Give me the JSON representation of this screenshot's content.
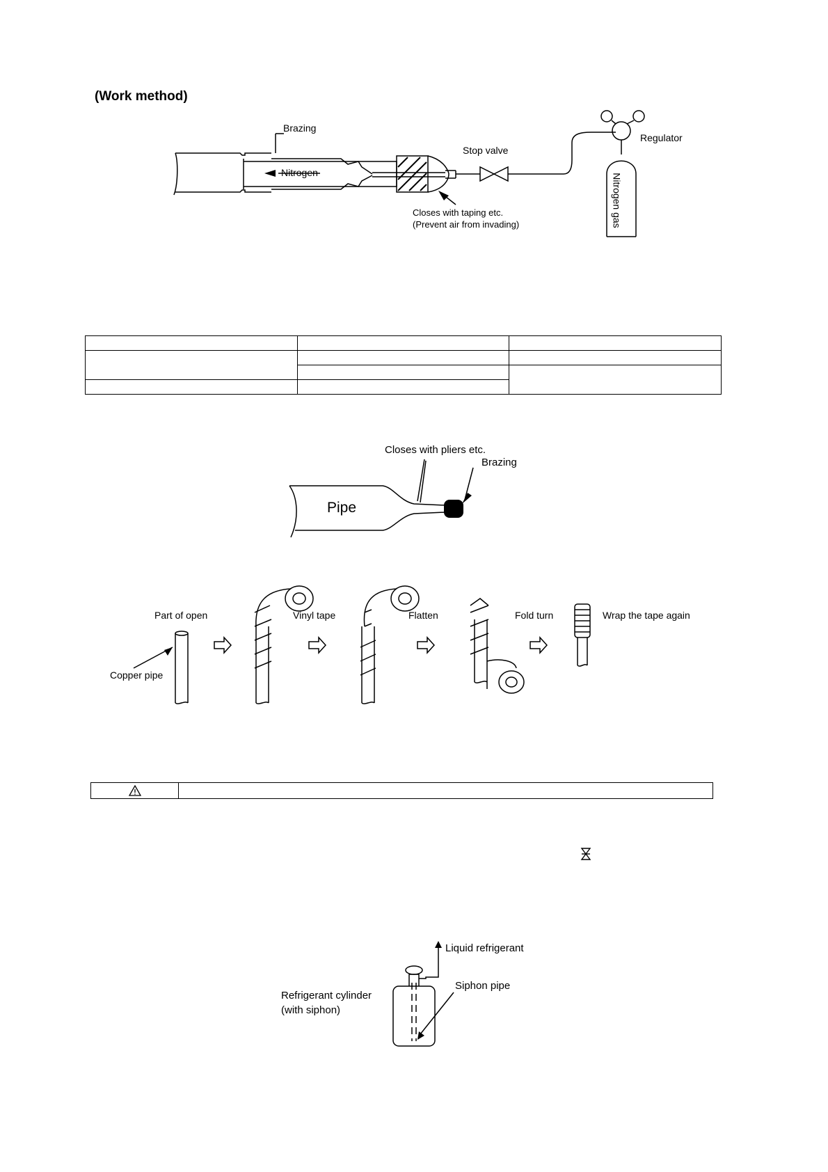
{
  "work_method": {
    "heading": "(Work method)",
    "labels": {
      "brazing": "Brazing",
      "nitrogen": "Nitrogen",
      "stop_valve": "Stop valve",
      "regulator": "Regulator",
      "nitrogen_gas": "Nitrogen gas",
      "closes_taping_line1": "Closes with taping etc.",
      "closes_taping_line2": "(Prevent air from invading)"
    }
  },
  "spec_table": {
    "rows": [
      [
        "",
        "",
        ""
      ],
      [
        "",
        "",
        ""
      ],
      [
        "",
        "",
        ""
      ],
      [
        "",
        "",
        ""
      ]
    ]
  },
  "pipe_diagram": {
    "closes_pliers": "Closes with pliers etc.",
    "brazing": "Brazing",
    "pipe": "Pipe"
  },
  "taping_steps": {
    "part_of_open": "Part of open",
    "copper_pipe": "Copper pipe",
    "vinyl_tape": "Vinyl tape",
    "flatten": "Flatten",
    "fold_turn": "Fold turn",
    "wrap_again": "Wrap the tape again"
  },
  "caution_row": {
    "icon": "warning-triangle-icon",
    "text": ""
  },
  "cylinder_diagram": {
    "liquid_refrigerant": "Liquid refrigerant",
    "siphon_pipe": "Siphon pipe",
    "cylinder_line1": "Refrigerant cylinder",
    "cylinder_line2": "(with siphon)"
  }
}
